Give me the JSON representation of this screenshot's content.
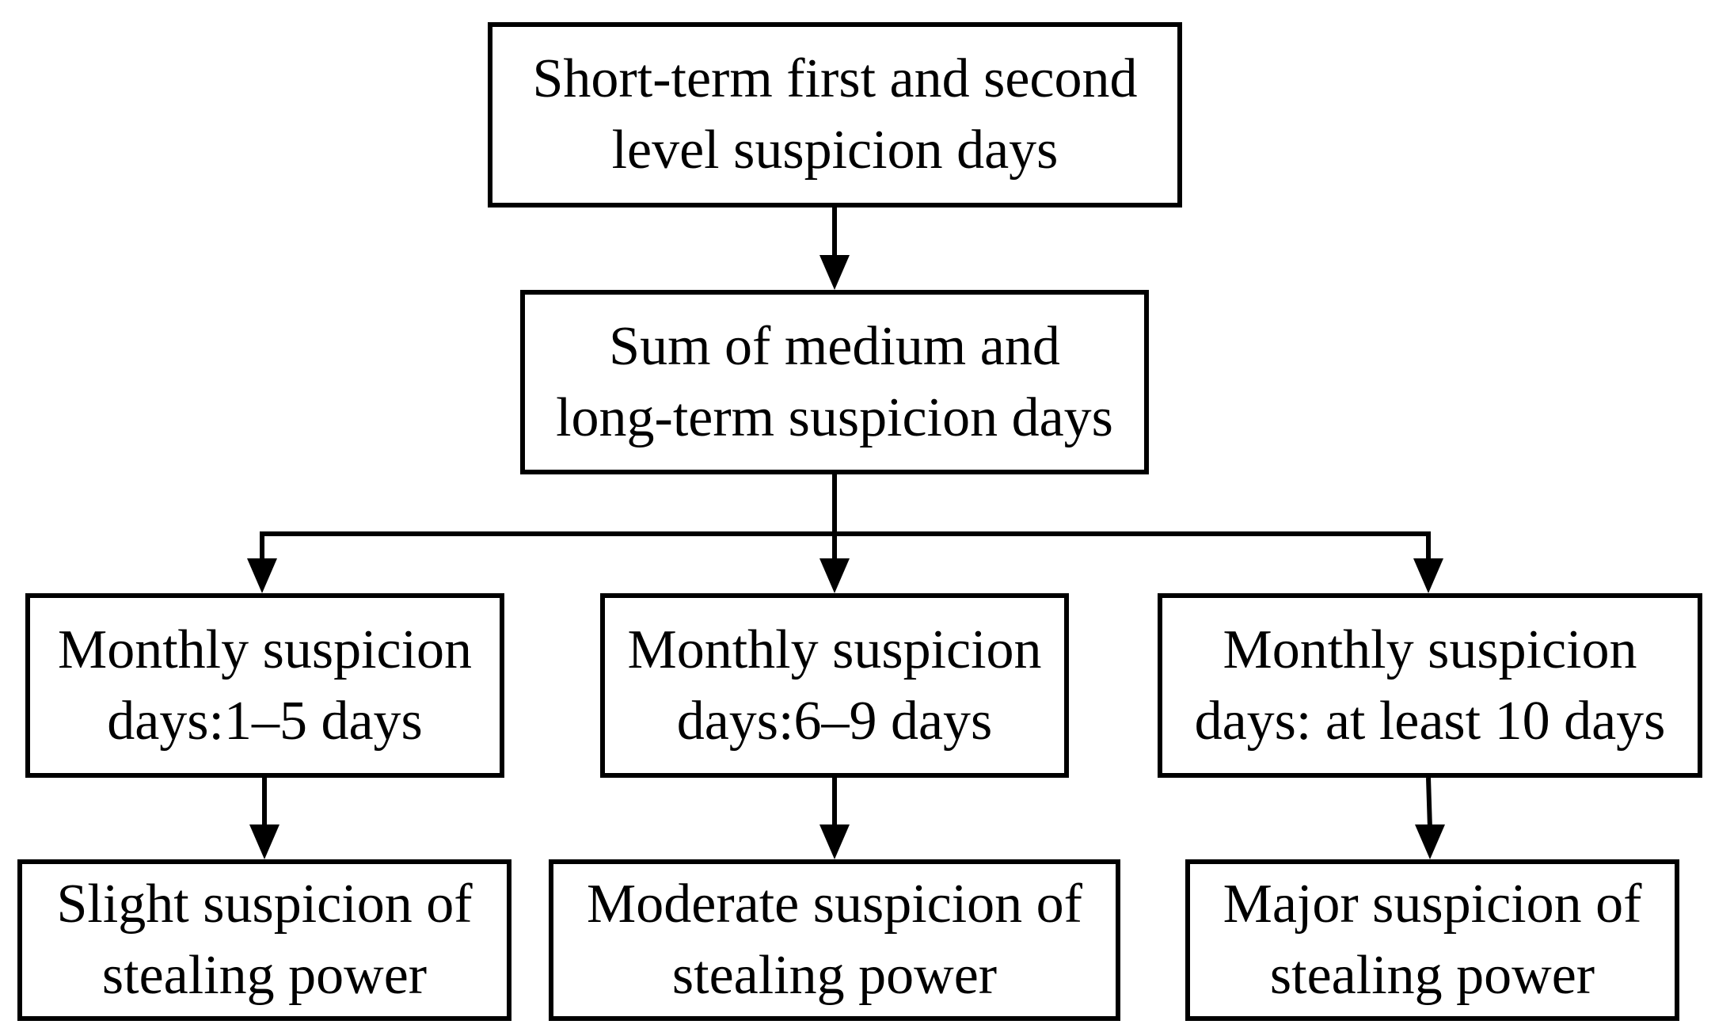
{
  "diagram": {
    "top_box": {
      "line1": "Short-term first and second",
      "line2": "level suspicion days"
    },
    "sum_box": {
      "line1": "Sum of medium and",
      "line2": "long-term suspicion days"
    },
    "branches": [
      {
        "condition": {
          "line1": "Monthly suspicion",
          "line2": "days:1–5 days"
        },
        "result": {
          "line1": "Slight suspicion of",
          "line2": "stealing power"
        }
      },
      {
        "condition": {
          "line1": "Monthly suspicion",
          "line2": "days:6–9 days"
        },
        "result": {
          "line1": "Moderate suspicion of",
          "line2": "stealing power"
        }
      },
      {
        "condition": {
          "line1": "Monthly suspicion",
          "line2": "days: at least 10 days"
        },
        "result": {
          "line1": "Major suspicion of",
          "line2": "stealing power"
        }
      }
    ]
  }
}
